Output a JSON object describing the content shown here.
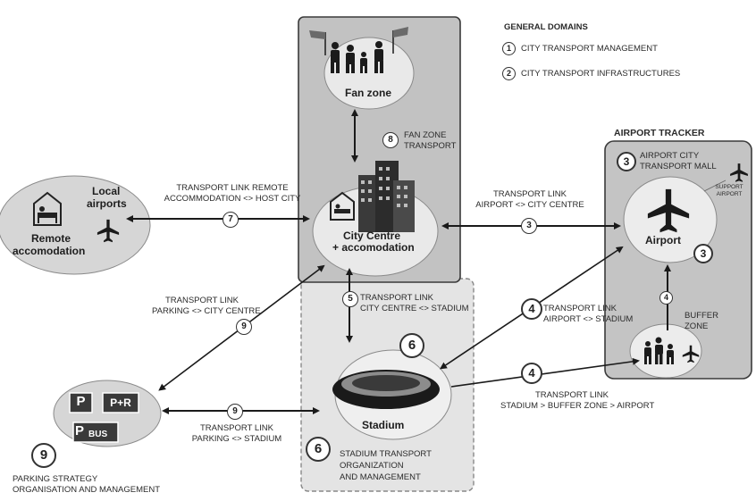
{
  "legend": {
    "title": "GENERAL DOMAINS",
    "items": [
      {
        "num": "1",
        "label": "CITY TRANSPORT MANAGEMENT"
      },
      {
        "num": "2",
        "label": "CITY TRANSPORT INFRASTRUCTURES"
      }
    ]
  },
  "airport_tracker": {
    "title": "AIRPORT TRACKER",
    "num": "3",
    "mall_label_1": "AIRPORT CITY",
    "mall_label_2": "TRANSPORT MALL",
    "support_label_1": "SUPPORT",
    "support_label_2": "AIRPORT",
    "airport": "Airport",
    "airport_num": "3",
    "buffer_1": "BUFFER",
    "buffer_2": "ZONE",
    "buffer_num": "4"
  },
  "nodes": {
    "fan_zone": "Fan zone",
    "city_centre_1": "City Centre",
    "city_centre_2": "+ accomodation",
    "local_airports_1": "Local",
    "local_airports_2": "airports",
    "remote_1": "Remote",
    "remote_2": "accomodation",
    "stadium": "Stadium",
    "stadium_num": "6",
    "parking_p": "P",
    "parking_pr": "P+R",
    "parking_bus_p": "P",
    "parking_bus": "BUS",
    "parking_num": "9",
    "stadium_org_num": "6"
  },
  "links": {
    "fan_zone": {
      "num": "8",
      "l1": "FAN ZONE",
      "l2": "TRANSPORT"
    },
    "remote": {
      "num": "7",
      "l1": "TRANSPORT LINK REMOTE",
      "l2": "ACCOMMODATION <> HOST CITY"
    },
    "airport_city": {
      "num": "3",
      "l1": "TRANSPORT LINK",
      "l2": "AIRPORT <> CITY CENTRE"
    },
    "city_stadium": {
      "num": "5",
      "l1": "TRANSPORT LINK",
      "l2": "CITY CENTRE <> STADIUM"
    },
    "parking_city": {
      "num": "9",
      "l1": "TRANSPORT LINK",
      "l2": "PARKING <> CITY CENTRE"
    },
    "airport_stadium": {
      "num": "4",
      "l1": "TRANSPORT LINK",
      "l2": "AIRPORT <> STADIUM"
    },
    "stadium_buffer": {
      "num": "4",
      "l1": "TRANSPORT LINK",
      "l2": "STADIUM > BUFFER ZONE > AIRPORT"
    },
    "parking_stadium": {
      "num": "9",
      "l1": "TRANSPORT LINK",
      "l2": "PARKING <> STADIUM"
    }
  },
  "captions": {
    "stadium_org_1": "STADIUM TRANSPORT",
    "stadium_org_2": "ORGANIZATION",
    "stadium_org_3": "AND MANAGEMENT",
    "parking_strategy_1": "PARKING STRATEGY",
    "parking_strategy_2": "ORGANISATION AND MANAGEMENT"
  }
}
